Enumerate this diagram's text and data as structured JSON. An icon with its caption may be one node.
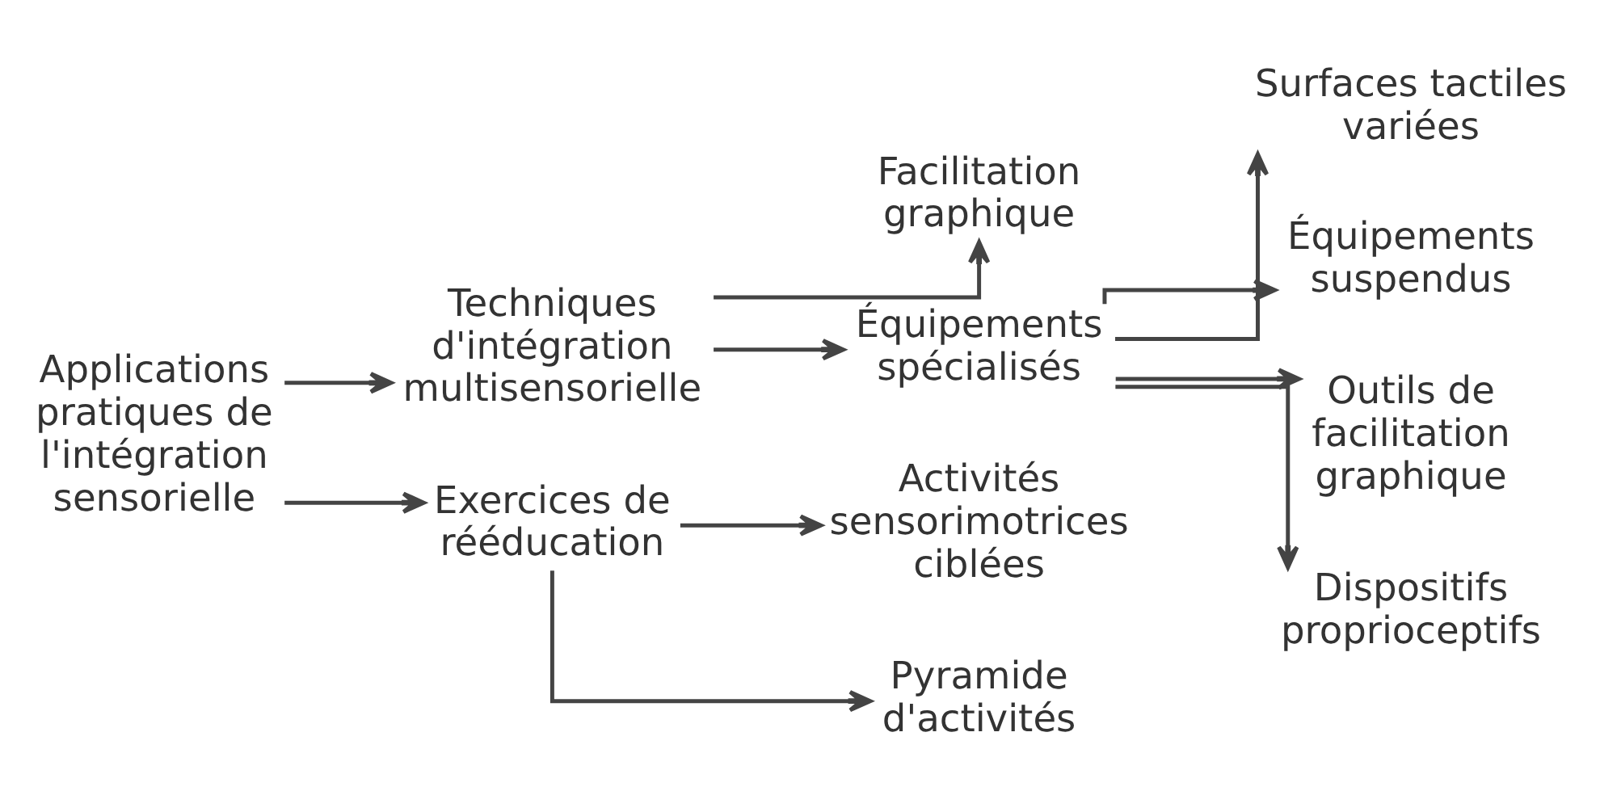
{
  "diagram": {
    "nodes": [
      {
        "text": [
          "Applications pratiques de l'intégration sensorielle"
        ]
      },
      {
        "text": [
          "Techniques d'intégration multisensorielle"
        ]
      },
      {
        "text": [
          "Exercices de rééducation"
        ]
      },
      {
        "text": [
          "Facilitation graphique"
        ]
      },
      {
        "text": [
          "Équipements spécialisés"
        ]
      },
      {
        "text": [
          "Activités sensorimotrices ciblées"
        ]
      },
      {
        "text": [
          "Pyramide d'activités"
        ]
      },
      {
        "text": [
          "Surfaces tactiles variées"
        ]
      },
      {
        "text": [
          "Équipements suspendus"
        ]
      },
      {
        "text": [
          "Outils de facilitation graphique"
        ]
      },
      {
        "text": [
          "Dispositifs proprioceptifs"
        ]
      }
    ],
    "edges": [
      {
        "from": 0,
        "to": 1,
        "arrow": "to"
      },
      {
        "from": 0,
        "to": 2,
        "arrow": "to"
      },
      {
        "from": 1,
        "to": 3,
        "arrow": "to"
      },
      {
        "from": 1,
        "to": 4,
        "arrow": "to"
      },
      {
        "from": 2,
        "to": 5,
        "arrow": "to"
      },
      {
        "from": 2,
        "to": 6,
        "arrow": "to"
      },
      {
        "from": 4,
        "to": 7,
        "arrow": "to"
      },
      {
        "from": 4,
        "to": 8,
        "arrow": "to"
      },
      {
        "from": 4,
        "to": 9,
        "arrow": "to"
      },
      {
        "from": 4,
        "to": 10,
        "arrow": "to"
      }
    ]
  }
}
